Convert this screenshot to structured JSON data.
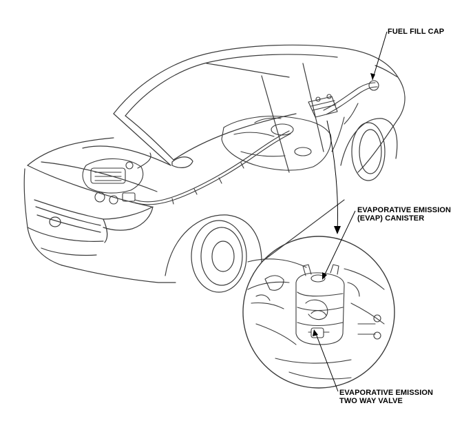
{
  "labels": {
    "fuel_fill_cap": "FUEL FILL CAP",
    "evap_canister_line1": "EVAPORATIVE EMISSION",
    "evap_canister_line2": "(EVAP) CANISTER",
    "two_way_valve_line1": "EVAPORATIVE EMISSION",
    "two_way_valve_line2": "TWO WAY VALVE"
  },
  "colors": {
    "line": "#3a3a3a",
    "leader": "#000000",
    "background": "#ffffff"
  }
}
